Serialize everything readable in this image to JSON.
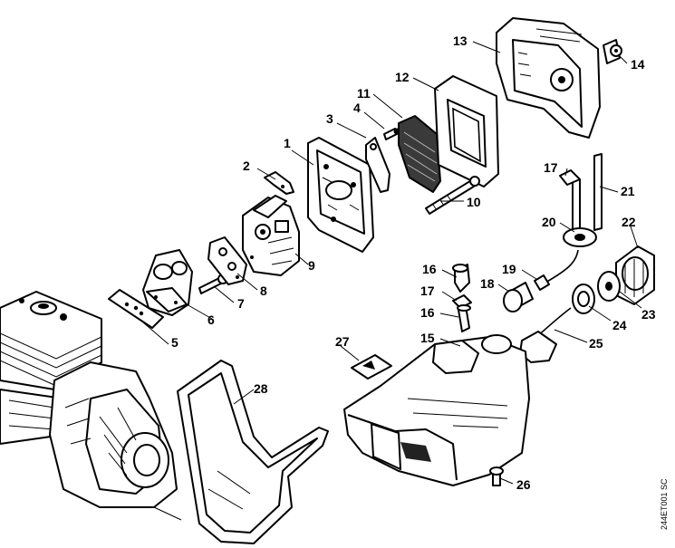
{
  "diagram": {
    "image_code": "244ET001 SC",
    "callouts": [
      {
        "id": "c1",
        "label": "1"
      },
      {
        "id": "c2",
        "label": "2"
      },
      {
        "id": "c3",
        "label": "3"
      },
      {
        "id": "c4",
        "label": "4"
      },
      {
        "id": "c5",
        "label": "5"
      },
      {
        "id": "c6",
        "label": "6"
      },
      {
        "id": "c7",
        "label": "7"
      },
      {
        "id": "c8",
        "label": "8"
      },
      {
        "id": "c9",
        "label": "9"
      },
      {
        "id": "c10",
        "label": "10"
      },
      {
        "id": "c11",
        "label": "11"
      },
      {
        "id": "c12",
        "label": "12"
      },
      {
        "id": "c13",
        "label": "13"
      },
      {
        "id": "c14",
        "label": "14"
      },
      {
        "id": "c15",
        "label": "15"
      },
      {
        "id": "c16a",
        "label": "16"
      },
      {
        "id": "c16b",
        "label": "16"
      },
      {
        "id": "c17a",
        "label": "17"
      },
      {
        "id": "c17b",
        "label": "17"
      },
      {
        "id": "c18",
        "label": "18"
      },
      {
        "id": "c19",
        "label": "19"
      },
      {
        "id": "c20",
        "label": "20"
      },
      {
        "id": "c21",
        "label": "21"
      },
      {
        "id": "c22",
        "label": "22"
      },
      {
        "id": "c23",
        "label": "23"
      },
      {
        "id": "c24",
        "label": "24"
      },
      {
        "id": "c25",
        "label": "25"
      },
      {
        "id": "c26",
        "label": "26"
      },
      {
        "id": "c27",
        "label": "27"
      },
      {
        "id": "c28",
        "label": "28"
      }
    ]
  }
}
